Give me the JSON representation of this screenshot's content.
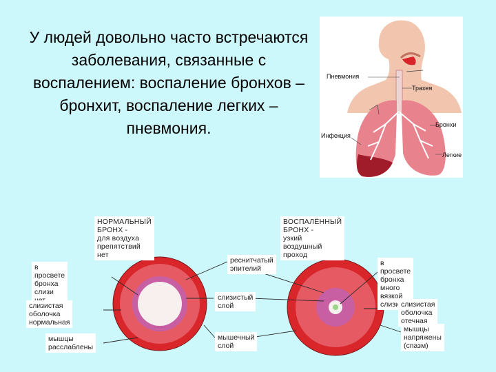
{
  "intro": {
    "text": "У людей довольно часто встречаются заболевания, связанные с воспалением: воспаление бронхов – бронхит, воспаление легких – пневмония."
  },
  "anatomy": {
    "labels": {
      "pneumonia": "Пневмония",
      "trachea": "Трахея",
      "bronchi": "Бронхи",
      "infection": "Инфекция",
      "lungs": "Легкие"
    }
  },
  "bronchi_diagram": {
    "normal_header": "НОРМАЛЬНЫЙ БРОНХ -\nдля воздуха препятствий нет",
    "inflamed_header": "ВОСПАЛЁННЫЙ БРОНХ -\nузкий воздушный проход",
    "left_labels": {
      "no_mucus": "в просвете бронха\nслизи нет",
      "mucosa_normal": "слизистая оболочка\nнормальная",
      "muscles_relaxed": "мышцы\nрасслаблены"
    },
    "center_labels": {
      "ciliated_epithelium": "реснитчатый\nэпителий",
      "mucous_layer": "слизистый слой",
      "muscle_layer": "мышечный слой"
    },
    "right_labels": {
      "much_mucus": "в просвете бронха\nмного вязкой слизи",
      "mucosa_edematous": "слизистая оболочка\nотечная",
      "muscles_tense": "мышцы напряжены\n(спазм)"
    }
  },
  "colors": {
    "background": "#cdf8fb",
    "muscle": "#d8262a",
    "mucosa": "#e65a63",
    "epithelium": "#c95fa3",
    "lumen": "#f7f0ef"
  }
}
